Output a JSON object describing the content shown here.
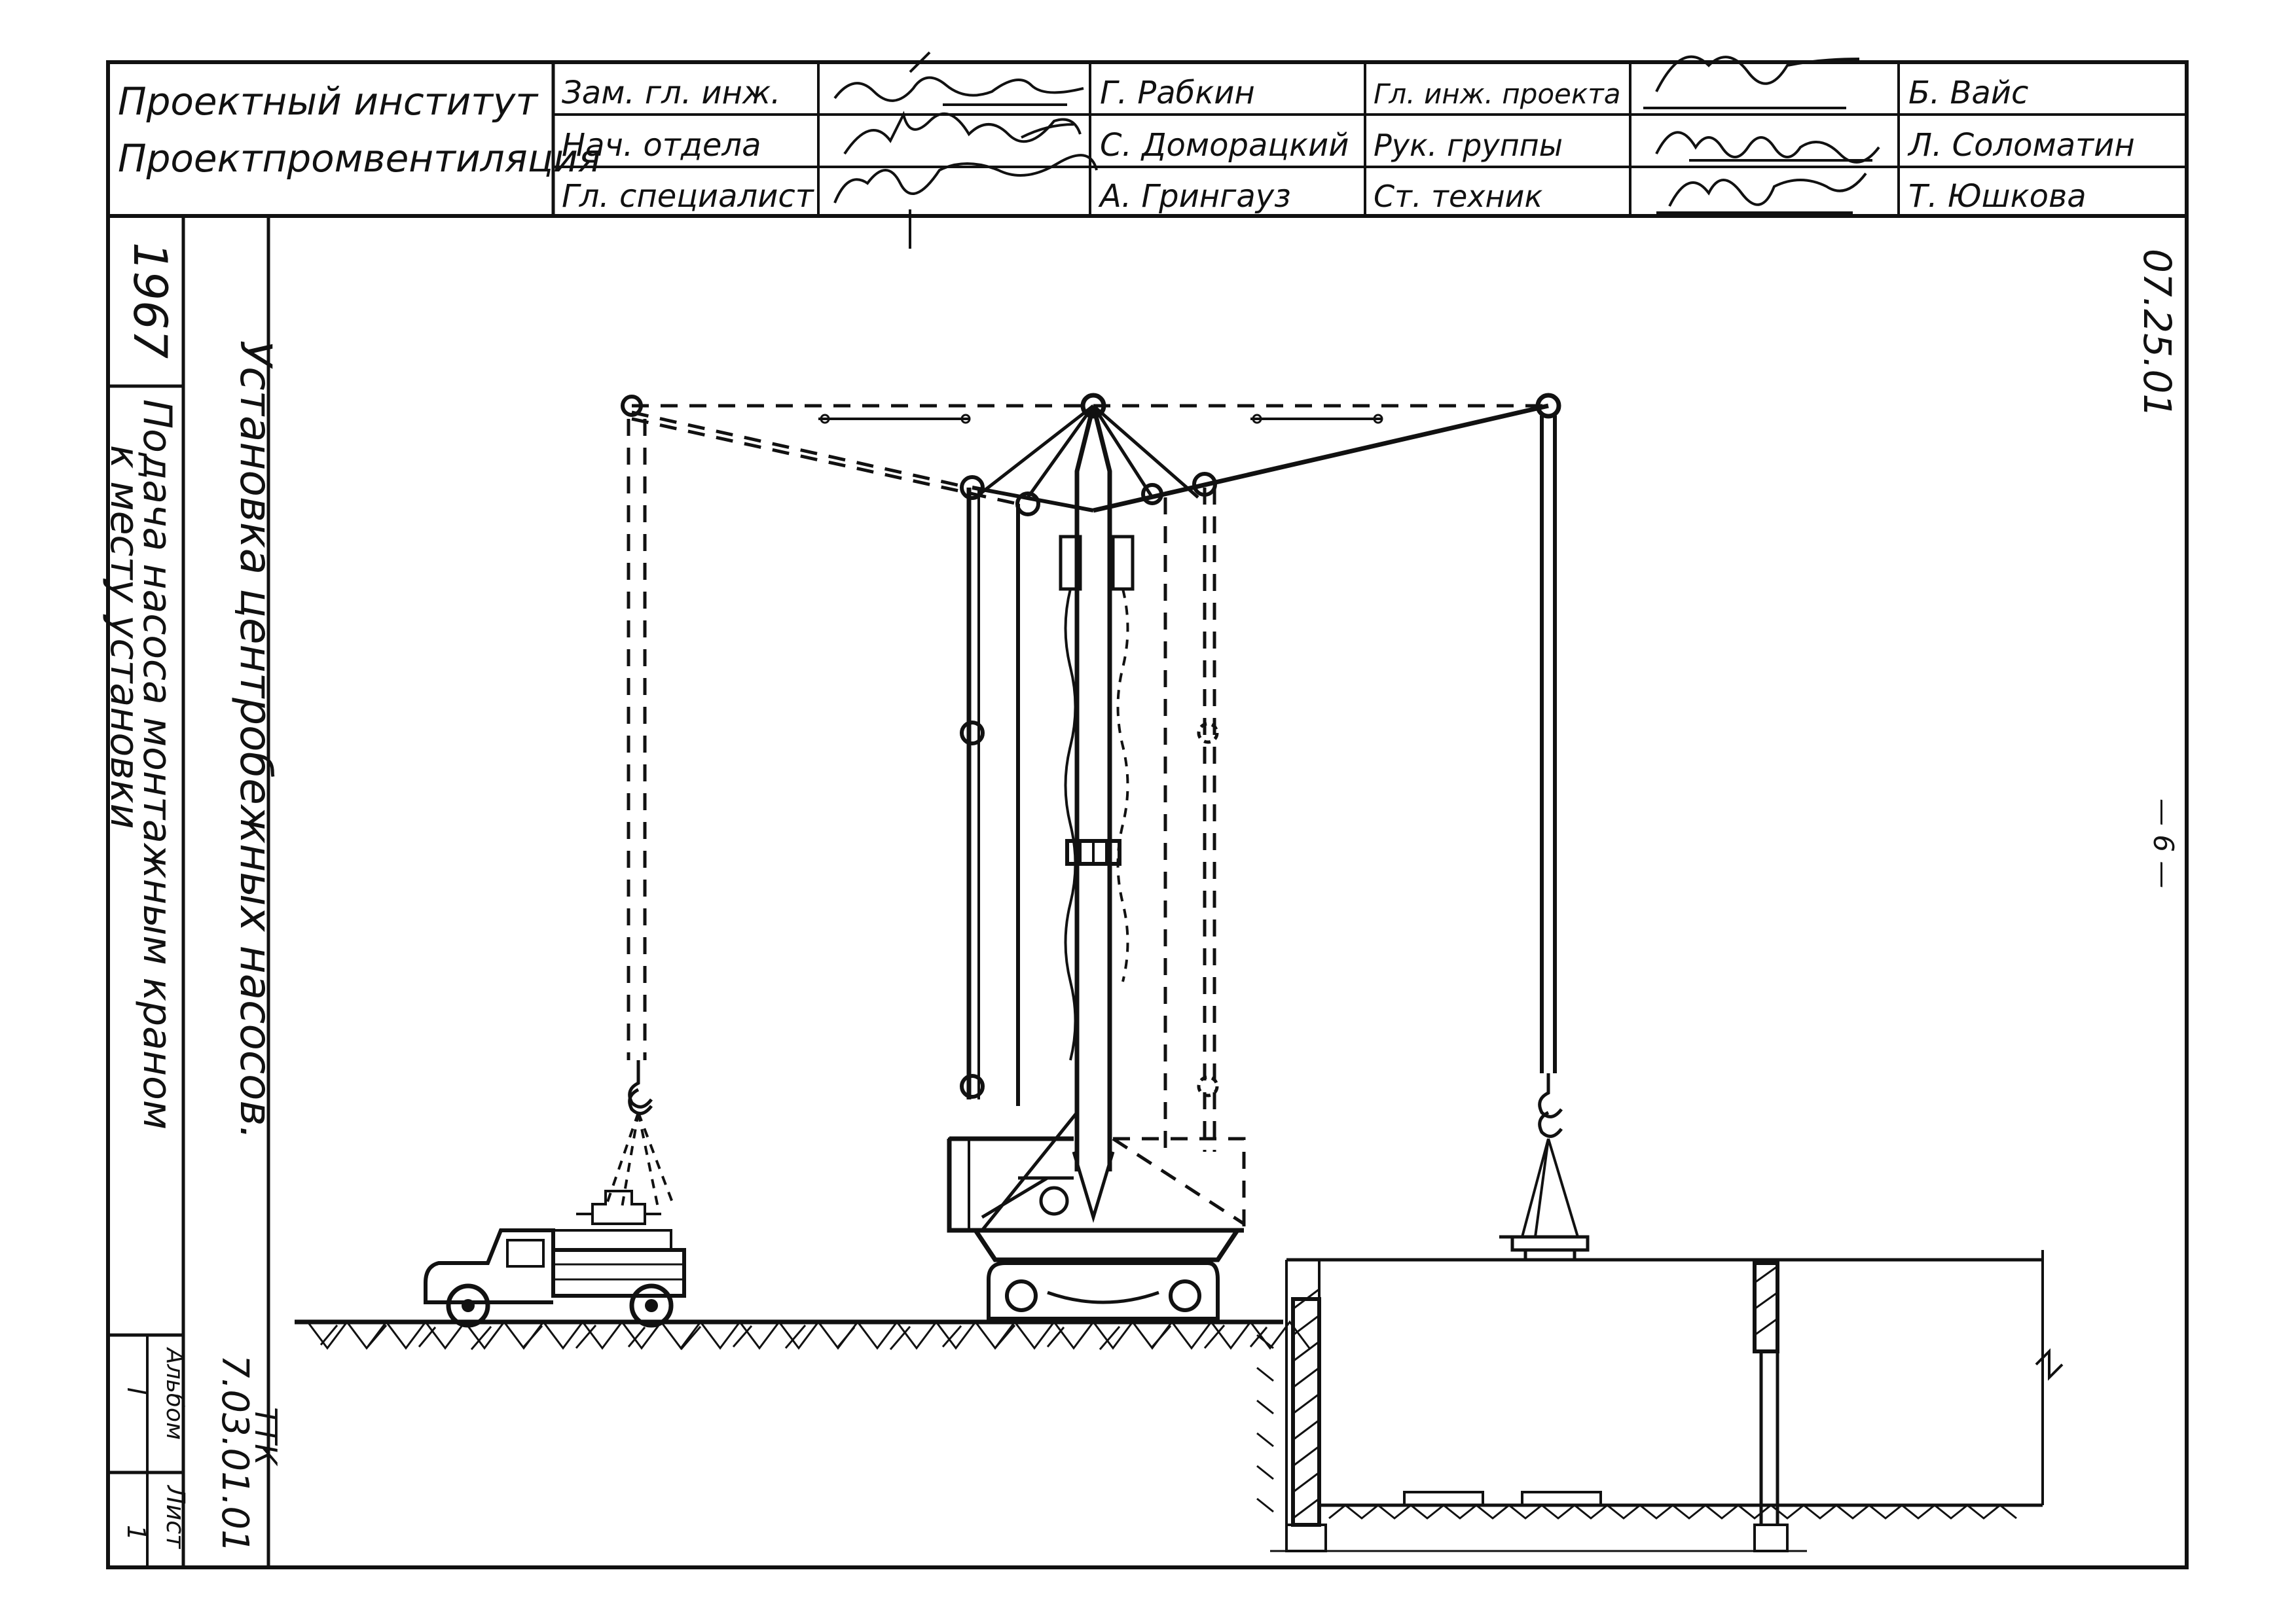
{
  "stamp": {
    "institute_line1": "Проектный институт",
    "institute_line2": "Проектпромвентиляция",
    "roles": [
      {
        "role": "Зам. гл. инж.",
        "name": "Г. Рабкин"
      },
      {
        "role": "Нач. отдела",
        "name": "С. Доморацкий"
      },
      {
        "role": "Гл. специалист",
        "name": "А. Грингауз"
      }
    ],
    "roles_right": [
      {
        "role": "Гл. инж. проекта",
        "name": "Б. Вайс"
      },
      {
        "role": "Рук. группы",
        "name": "Л. Соломатин"
      },
      {
        "role": "Ст. техник",
        "name": "Т. Юшкова"
      }
    ]
  },
  "side_panel": {
    "year": "1967",
    "drawing_title": "Подача насоса монтажным краном к месту установки",
    "drawing_title_line1": "Подача насоса монтажным краном",
    "drawing_title_line2": "к месту установки",
    "album_label": "Альбом",
    "album_number": "I",
    "sheet_label": "Лист",
    "sheet_number": "1"
  },
  "main_title": "Установка центробежных насосов.",
  "code_vertical_line1": "ТТК",
  "code_vertical_line2": "7.03.01.01",
  "right_edge_code": "07.25.01",
  "page_number": "— 6 —",
  "colors": {
    "ink": "#111111",
    "paper": "#ffffff"
  }
}
